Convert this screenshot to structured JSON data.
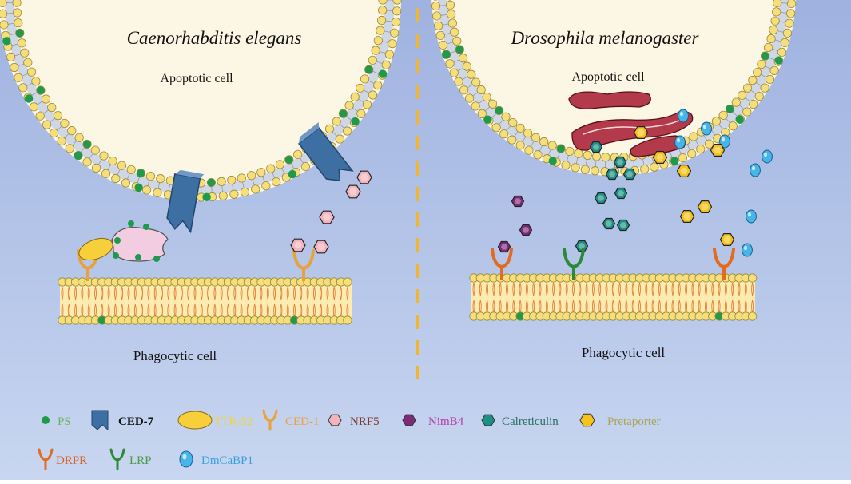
{
  "panels": {
    "left": {
      "title": "Caenorhabditis elegans",
      "apoptotic_label": "Apoptotic cell",
      "phagocytic_label": "Phagocytic cell"
    },
    "right": {
      "title": "Drosophila melanogaster",
      "apoptotic_label": "Apoptotic cell",
      "phagocytic_label": "Phagocytic cell"
    }
  },
  "legend": {
    "row1": [
      {
        "icon": "green-dot-icon",
        "label": "PS",
        "color": "#6bb35a"
      },
      {
        "icon": "ced7-transporter-icon",
        "label": "CED-7",
        "color": "#111111"
      },
      {
        "icon": "yellow-ellipse-icon",
        "label": "TTR-52",
        "color": "#f3d33a"
      },
      {
        "icon": "y-receptor-icon",
        "label": "CED-1",
        "color": "#e9a23b"
      },
      {
        "icon": "pink-hexagon-icon",
        "label": "NRF5",
        "color": "#7b3a2a"
      },
      {
        "icon": "purple-hexagon-icon",
        "label": "NimB4",
        "color": "#b43aa5"
      },
      {
        "icon": "teal-hexagon-icon",
        "label": "Calreticulin",
        "color": "#2a6e64"
      },
      {
        "icon": "orange-hexagon-icon",
        "label": "Pretaporter",
        "color": "#a9a455"
      }
    ],
    "row2": [
      {
        "icon": "orange-y-receptor-icon",
        "label": "DRPR",
        "color": "#d9622b"
      },
      {
        "icon": "green-y-receptor-icon",
        "label": "LRP",
        "color": "#4a9a43"
      },
      {
        "icon": "blue-droplet-icon",
        "label": "DmCaBP1",
        "color": "#3aa0dc"
      }
    ]
  },
  "colors": {
    "bg_top": "#9fb2e0",
    "bg_bottom": "#c8d6f0",
    "cell_fill": "#fcf6e4",
    "lipid_head": "#f6df7a",
    "lipid_border": "#9a8a3a",
    "ps": "#1f9a4a",
    "divider": "#f3b52c",
    "ced7": "#3d6fa3",
    "nrf5": "#f3b4be",
    "nimb4": "#7d2a78",
    "calreticulin": "#1e8f86",
    "pretaporter": "#f6c21c",
    "dmcabp1": "#46b5ea",
    "ced1": "#e9a23b",
    "drpr": "#e36b1f",
    "lrp": "#2c8a36",
    "ttr52": "#f6cf3b",
    "mito": "#b23a4a"
  }
}
